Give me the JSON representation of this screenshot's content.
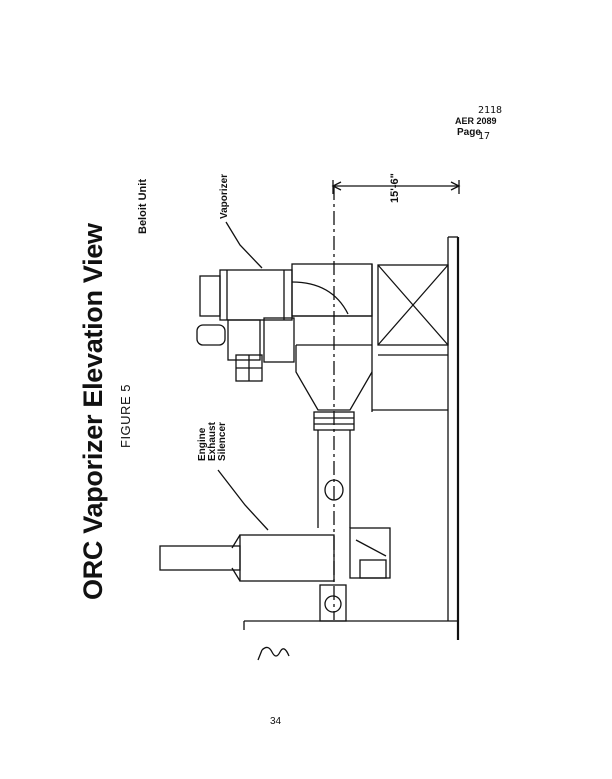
{
  "document": {
    "title": "ORC Vaporizer Elevation View",
    "figure_label": "FIGURE 5",
    "page_number": "34"
  },
  "header": {
    "number": "2118",
    "aer": "AER 2089",
    "page_word": "Page",
    "page_num": "17"
  },
  "drawing_labels": {
    "unit": "Beloit Unit",
    "vaporizer": "Vaporizer",
    "dimension": "15'-6\"",
    "exhaust_line1": "Engine",
    "exhaust_line2": "Exhaust",
    "exhaust_line3": "Silencer"
  }
}
